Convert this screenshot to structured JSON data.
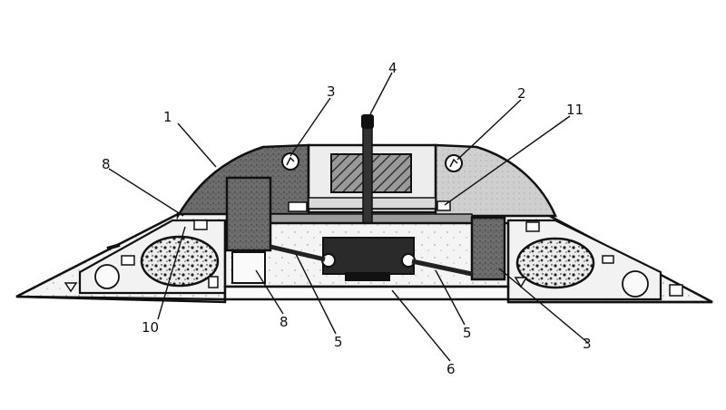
{
  "figure": {
    "labels": [
      {
        "id": "1",
        "text": "1"
      },
      {
        "id": "2",
        "text": "2"
      },
      {
        "id": "3a",
        "text": "3"
      },
      {
        "id": "3b",
        "text": "3"
      },
      {
        "id": "4",
        "text": "4"
      },
      {
        "id": "5a",
        "text": "5"
      },
      {
        "id": "5b",
        "text": "5"
      },
      {
        "id": "6",
        "text": "6"
      },
      {
        "id": "8a",
        "text": "8"
      },
      {
        "id": "8b",
        "text": "8"
      },
      {
        "id": "10",
        "text": "10"
      },
      {
        "id": "11",
        "text": "11"
      }
    ],
    "colors": {
      "ink": "#111111",
      "dome_left": "#6a6a6a",
      "dome_right": "#c9c9c9",
      "block_dark": "#5a5a5a",
      "hatch_fill": "#8a8a8a",
      "speckle_bg": "#e6e6e6"
    }
  }
}
